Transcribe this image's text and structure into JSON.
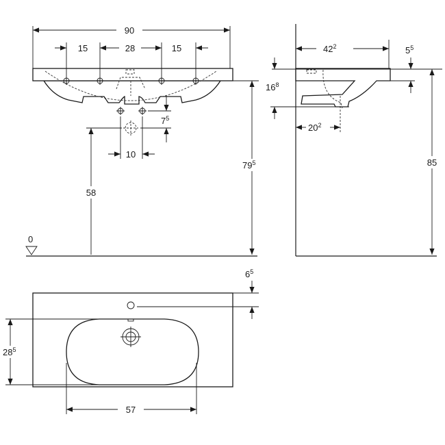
{
  "front_view": {
    "overall_width": {
      "main": "90",
      "sup": ""
    },
    "tap_spacing_left": {
      "main": "15",
      "sup": ""
    },
    "tap_spacing_middle": {
      "main": "28",
      "sup": ""
    },
    "tap_spacing_right": {
      "main": "15",
      "sup": ""
    },
    "drain_offset": {
      "main": "7",
      "sup": "5"
    },
    "fixing_spacing": {
      "main": "10",
      "sup": ""
    },
    "waste_height": {
      "main": "58",
      "sup": ""
    },
    "underside_height": {
      "main": "79",
      "sup": "5"
    },
    "floor_level": {
      "main": "0",
      "sup": ""
    }
  },
  "side_view": {
    "depth": {
      "main": "42",
      "sup": "2"
    },
    "rim_thickness": {
      "main": "5",
      "sup": "5"
    },
    "basin_height": {
      "main": "16",
      "sup": "8"
    },
    "waste_depth": {
      "main": "20",
      "sup": "2"
    },
    "total_height": {
      "main": "85",
      "sup": ""
    }
  },
  "top_view": {
    "tap_hole_offset": {
      "main": "6",
      "sup": "5"
    },
    "bowl_depth": {
      "main": "28",
      "sup": "5"
    },
    "bowl_width": {
      "main": "57",
      "sup": ""
    }
  }
}
